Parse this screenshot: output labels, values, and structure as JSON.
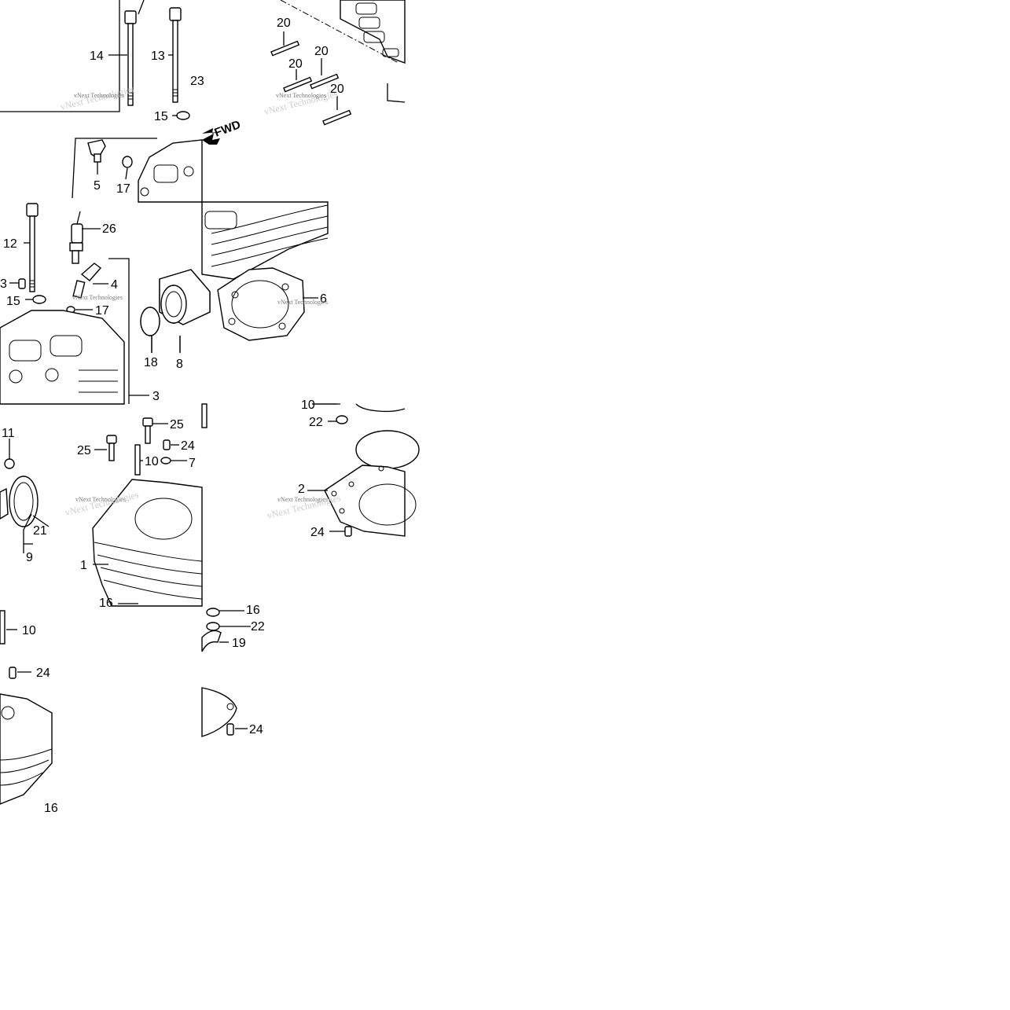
{
  "diagram": {
    "watermark": "vNext Technologies",
    "direction_label": "FWD",
    "tiles": {
      "t00": [
        "14",
        "13",
        "15",
        "5",
        "17",
        "23"
      ],
      "t01": [
        "20",
        "20",
        "20",
        "20"
      ],
      "t10": [
        "12",
        "3",
        "15",
        "26",
        "4",
        "17",
        "3"
      ],
      "t11": [
        "6",
        "18",
        "8"
      ],
      "t20": [
        "11",
        "21",
        "9"
      ],
      "t21": [
        "25",
        "25",
        "24",
        "10",
        "7",
        "1",
        "16"
      ],
      "t22": [
        "10",
        "22",
        "2",
        "24"
      ],
      "t30": [
        "10",
        "24",
        "16"
      ],
      "t31": [
        "16",
        "22",
        "19",
        "24"
      ]
    }
  }
}
